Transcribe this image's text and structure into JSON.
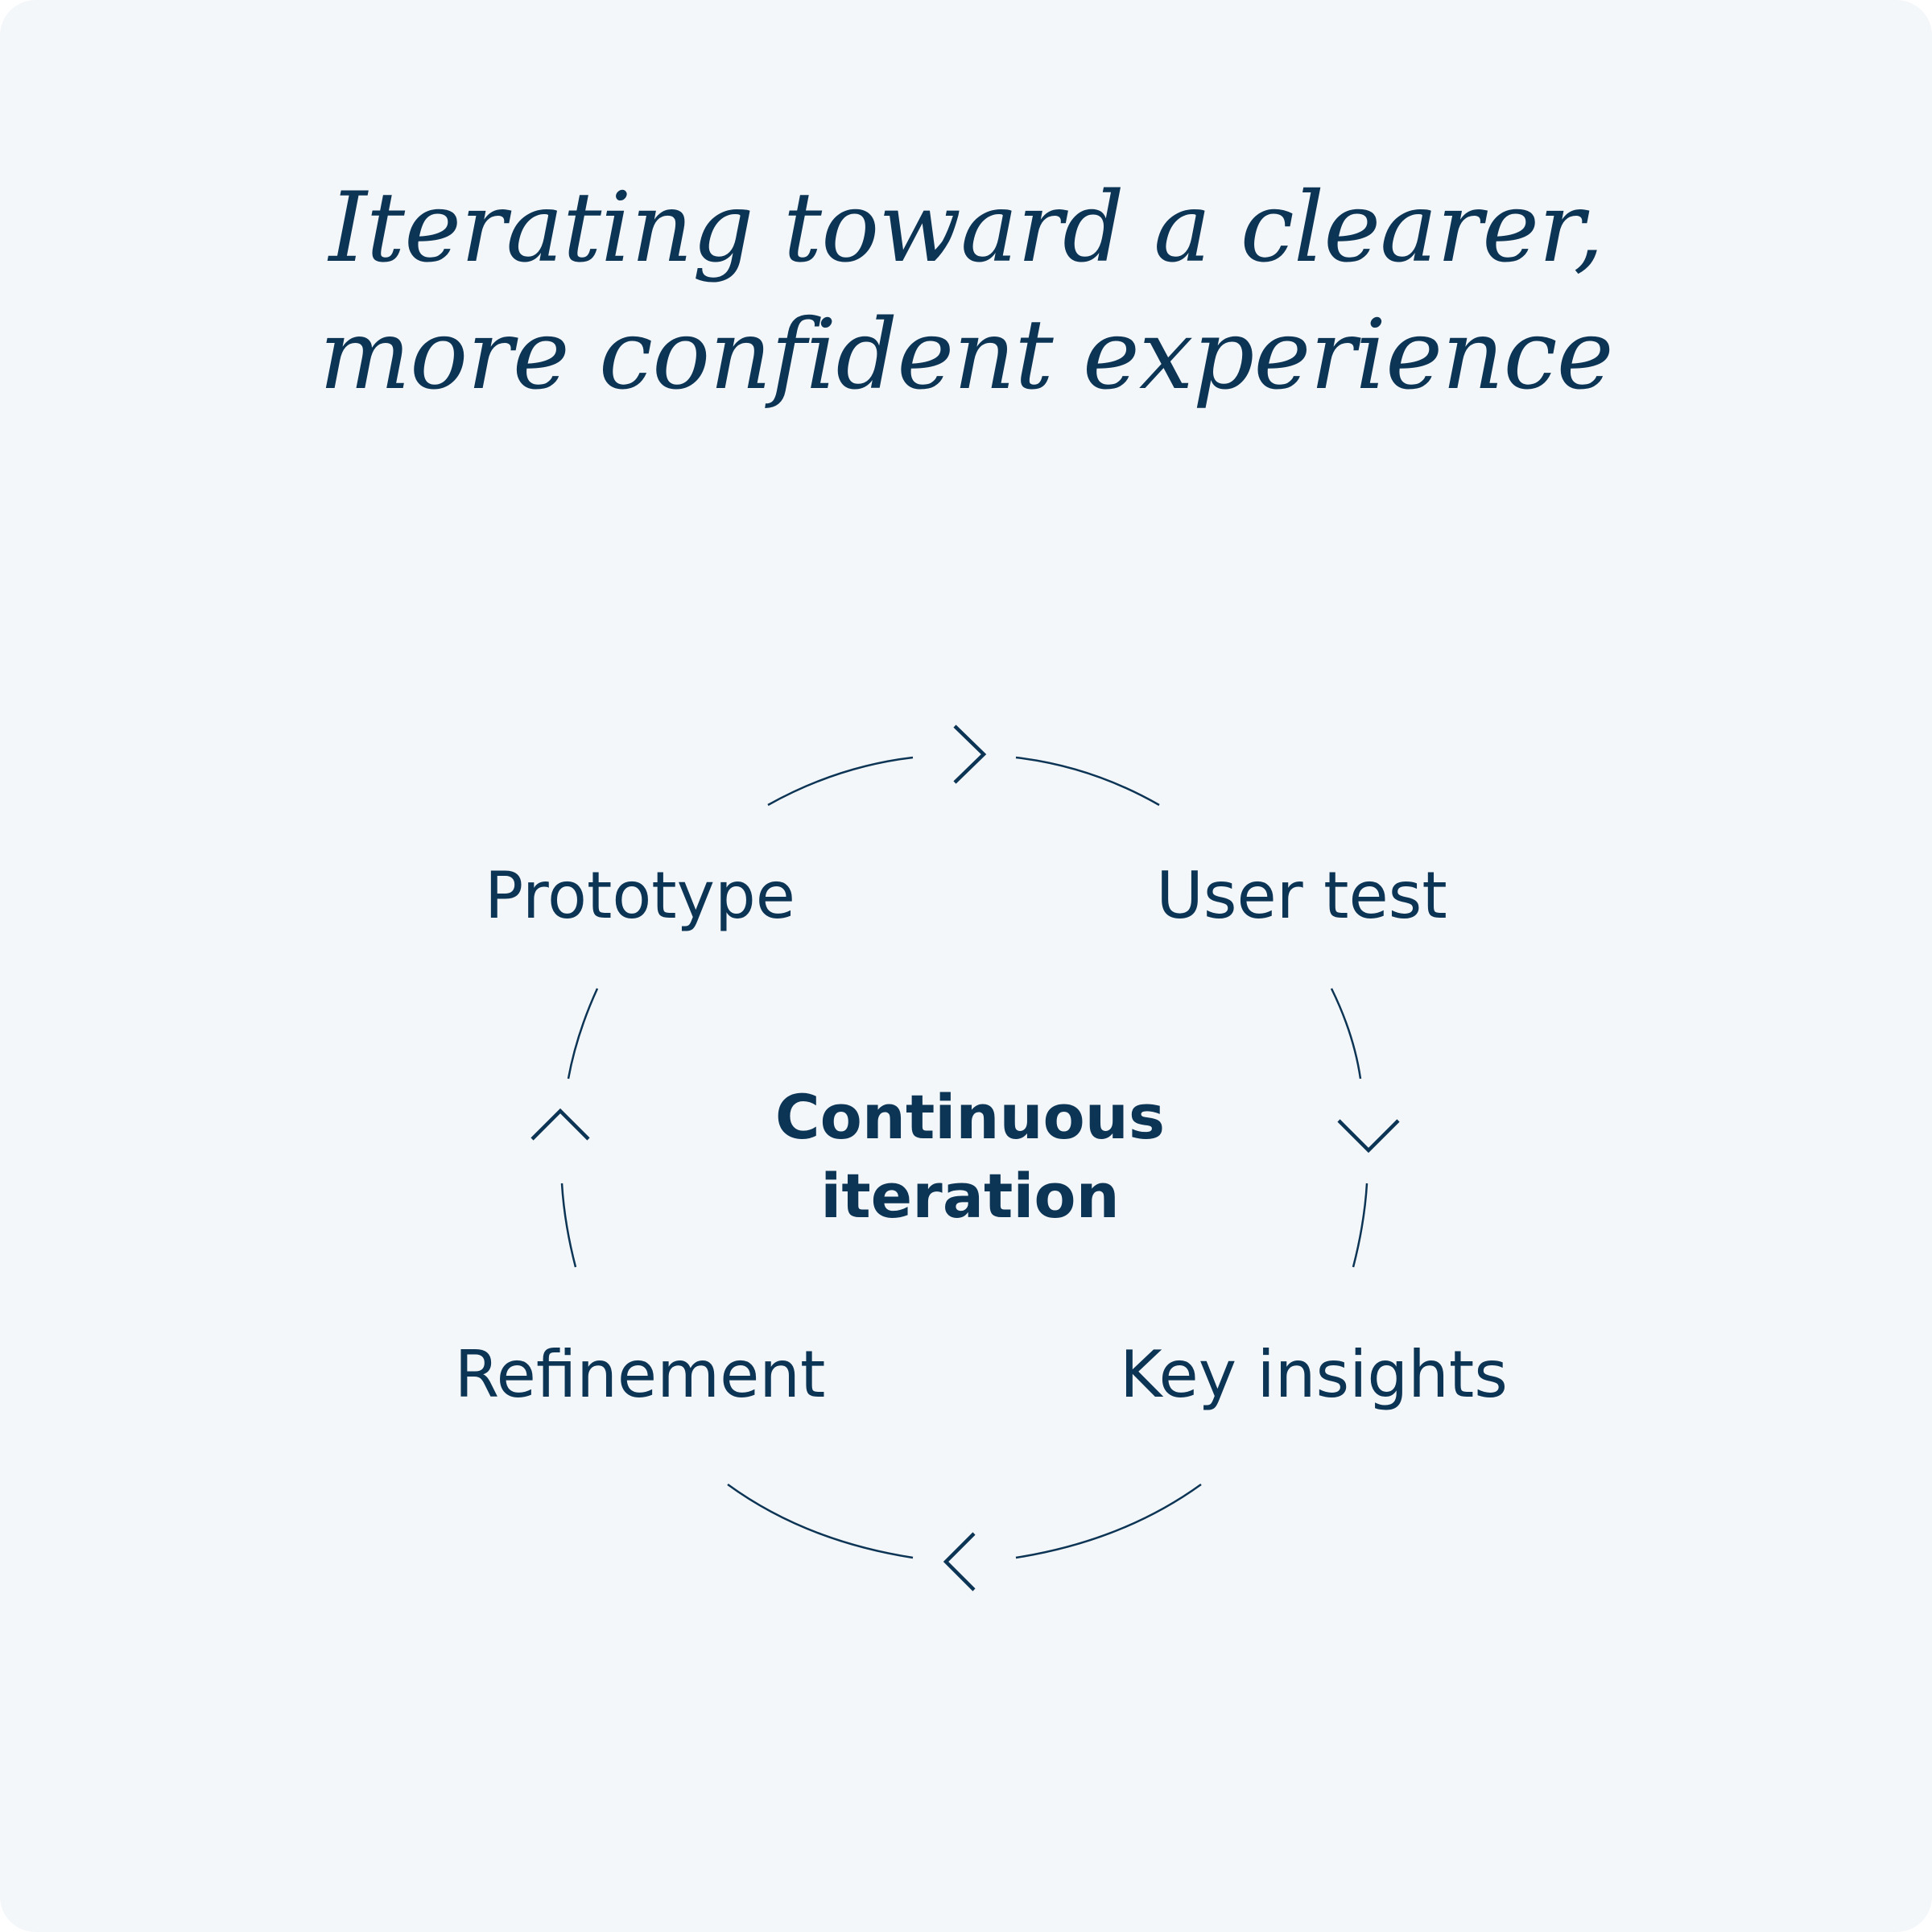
{
  "title": {
    "line1": "Iterating toward a clearer,",
    "line2": "more confident experience"
  },
  "cycle": {
    "center": {
      "line1": "Continuous",
      "line2": "iteration"
    },
    "steps": [
      {
        "label": "Prototype"
      },
      {
        "label": "User test"
      },
      {
        "label": "Key insights"
      },
      {
        "label": "Refinement"
      }
    ],
    "direction": "clockwise"
  },
  "colors": {
    "background": "#f4f7fa",
    "ink": "#0c3454"
  },
  "icons": [
    "chevron-right-icon",
    "chevron-down-icon",
    "chevron-left-icon",
    "chevron-up-icon"
  ]
}
